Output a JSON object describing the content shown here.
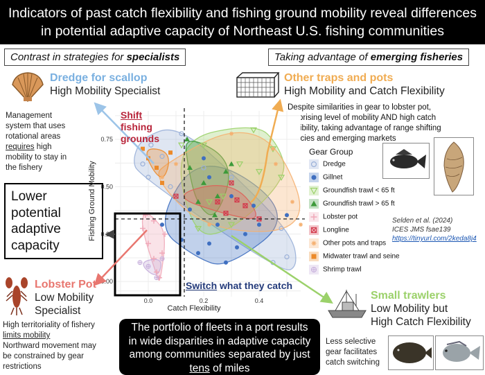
{
  "title": "Indicators of past catch flexibility and fishing ground mobility reveal differences in potential adaptive capacity of Northeast U.S. fishing communities",
  "specialists_box": {
    "prefix": "Contrast in strategies for ",
    "emph": "specialists"
  },
  "emerging_box": {
    "prefix": "Taking advantage of ",
    "emph": "emerging fisheries"
  },
  "dredge": {
    "head": "Dredge for scallop",
    "sub": "High Mobility Specialist"
  },
  "management": {
    "line1": "Management",
    "line2": "system that uses",
    "line3": "rotational areas",
    "line4_u": "requires",
    "line4_rest": " high",
    "line5": "mobility to stay in",
    "line6": "the fishery"
  },
  "lower_capacity": {
    "line1": "Lower",
    "line2": "potential",
    "line3": "adaptive",
    "line4": "capacity"
  },
  "lobster": {
    "head": "Lobster Pot",
    "sub1": "Low Mobility",
    "sub2": "Specialist",
    "note1": "High territoriality of fishery",
    "note2_u": "limits mobility",
    "note3": "Northward movement may",
    "note4": "be constrained by gear",
    "note5": "restrictions"
  },
  "traps": {
    "head": "Other traps and pots",
    "sub": "High Mobility and Catch Flexibility",
    "desc1": "Despite similarities in gear to lobster pot,",
    "desc2": "surprising level of mobility AND high catch",
    "desc3": "flexibility, taking advantage of range shifting",
    "desc4": "species and emerging markets"
  },
  "trawlers": {
    "head": "Small trawlers",
    "sub1": "Low Mobility but",
    "sub2": "High Catch Flexibility",
    "note1": "Less selective",
    "note2": "gear facilitates",
    "note3": "catch switching"
  },
  "shift": {
    "word": "Shift",
    "line2": "fishing",
    "line3": "grounds"
  },
  "switch": {
    "word": "Switch",
    "rest": " what they catch"
  },
  "bottom": {
    "line1": "The portfolio of fleets in a port results",
    "line2": "in wide disparities in adaptive capacity",
    "line3": "among communities separated by just",
    "line4_u": "tens",
    "line4_rest": " of miles"
  },
  "citation": {
    "line1": "Selden et al. (2024)",
    "line2": "ICES JMS fsae139",
    "link": "https://tinyurl.com/2keda8j4"
  },
  "chart_data": {
    "type": "scatter",
    "xlabel": "Catch Flexibility",
    "ylabel": "Fishing Ground Mobility",
    "x_ticks": [
      "0.0",
      "0.2",
      "0.4"
    ],
    "y_ticks": [
      "0.00",
      "0.25",
      "0.50",
      "0.75"
    ],
    "xlim": [
      -0.12,
      0.55
    ],
    "ylim": [
      -0.08,
      0.9
    ],
    "grid": true,
    "legend_title": "Gear Group",
    "legend_position": "right",
    "thresholds": {
      "x": 0.13,
      "y": 0.33
    },
    "series": [
      {
        "name": "Dredge",
        "color": "#9ab0d8",
        "marker": "circle-open",
        "points": [
          [
            0.01,
            0.72
          ],
          [
            0.05,
            0.66
          ],
          [
            0.0,
            0.55
          ],
          [
            -0.02,
            0.62
          ],
          [
            0.08,
            0.5
          ],
          [
            0.12,
            0.78
          ],
          [
            0.2,
            0.6
          ],
          [
            0.45,
            0.1
          ],
          [
            0.5,
            0.13
          ],
          [
            0.48,
            0.28
          ],
          [
            0.3,
            0.55
          ]
        ]
      },
      {
        "name": "Gillnet",
        "color": "#3f6fc0",
        "marker": "circle",
        "points": [
          [
            0.05,
            0.3
          ],
          [
            0.12,
            0.22
          ],
          [
            0.18,
            0.15
          ],
          [
            0.22,
            0.2
          ],
          [
            0.28,
            0.1
          ],
          [
            0.25,
            0.3
          ],
          [
            0.32,
            0.18
          ],
          [
            0.15,
            0.38
          ],
          [
            0.35,
            0.25
          ],
          [
            0.4,
            0.3
          ],
          [
            0.5,
            0.35
          ],
          [
            0.3,
            0.45
          ],
          [
            0.2,
            0.65
          ],
          [
            0.22,
            0.55
          ],
          [
            0.38,
            0.4
          ]
        ]
      },
      {
        "name": "Groundfish trawl < 65 ft",
        "color": "#9bd16a",
        "marker": "triangle-down-open",
        "points": [
          [
            0.12,
            0.72
          ],
          [
            0.2,
            0.72
          ],
          [
            0.22,
            0.42
          ],
          [
            0.3,
            0.3
          ],
          [
            0.4,
            0.58
          ],
          [
            0.45,
            0.7
          ],
          [
            0.38,
            0.8
          ],
          [
            0.48,
            0.55
          ],
          [
            0.27,
            0.45
          ],
          [
            0.33,
            0.62
          ],
          [
            0.18,
            0.28
          ]
        ]
      },
      {
        "name": "Groundfish trawl > 65 ft",
        "color": "#3d9a3a",
        "marker": "triangle",
        "points": [
          [
            0.15,
            0.6
          ],
          [
            0.2,
            0.52
          ],
          [
            0.25,
            0.45
          ],
          [
            0.14,
            0.75
          ],
          [
            0.28,
            0.58
          ],
          [
            0.3,
            0.62
          ],
          [
            0.24,
            0.35
          ],
          [
            0.18,
            0.42
          ]
        ]
      },
      {
        "name": "Lobster pot",
        "color": "#f0a8b8",
        "marker": "plus",
        "points": [
          [
            0.0,
            0.2
          ],
          [
            0.02,
            0.12
          ],
          [
            -0.02,
            0.28
          ],
          [
            0.05,
            0.15
          ],
          [
            0.03,
            0.05
          ],
          [
            -0.01,
            0.35
          ],
          [
            0.06,
            0.25
          ],
          [
            0.04,
            0.02
          ],
          [
            0.02,
            0.32
          ]
        ]
      },
      {
        "name": "Longline",
        "color": "#d33b4d",
        "marker": "square-x",
        "points": [
          [
            0.1,
            0.45
          ],
          [
            0.25,
            0.42
          ],
          [
            0.32,
            0.43
          ],
          [
            0.35,
            0.4
          ],
          [
            0.28,
            0.36
          ],
          [
            0.4,
            0.33
          ],
          [
            0.3,
            0.52
          ]
        ]
      },
      {
        "name": "Other pots and traps",
        "color": "#f5b070",
        "marker": "asterisk",
        "points": [
          [
            0.05,
            0.55
          ],
          [
            0.1,
            0.62
          ],
          [
            0.3,
            0.78
          ],
          [
            0.45,
            0.7
          ],
          [
            0.52,
            0.42
          ],
          [
            0.55,
            0.3
          ],
          [
            0.22,
            0.3
          ],
          [
            0.46,
            0.62
          ]
        ]
      },
      {
        "name": "Midwater trawl and seine",
        "color": "#ec8a2a",
        "marker": "square",
        "points": [
          [
            0.0,
            0.65
          ],
          [
            0.03,
            0.6
          ],
          [
            0.08,
            0.68
          ],
          [
            0.05,
            0.52
          ],
          [
            -0.02,
            0.7
          ]
        ]
      },
      {
        "name": "Shrimp trawl",
        "color": "#c6aedb",
        "marker": "circle-plus",
        "points": [
          [
            0.0,
            0.08
          ],
          [
            0.03,
            0.02
          ],
          [
            -0.03,
            0.1
          ],
          [
            0.05,
            0.12
          ]
        ]
      }
    ]
  }
}
